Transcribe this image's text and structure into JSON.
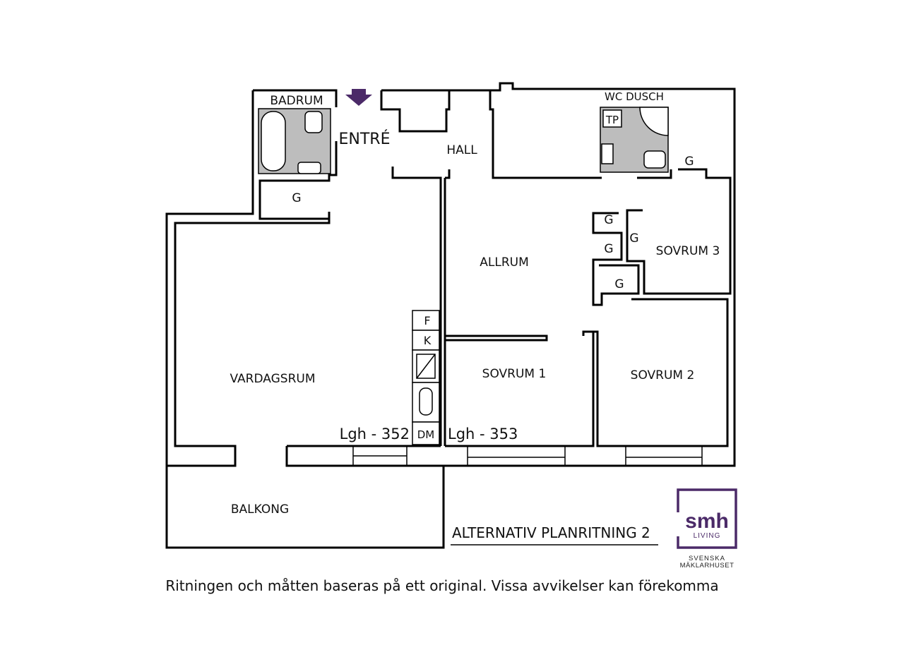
{
  "rooms": {
    "badrum": "BADRUM",
    "entre": "ENTRÉ",
    "hall": "HALL",
    "wc_dusch": "WC DUSCH",
    "tp": "TP",
    "allrum": "ALLRUM",
    "sovrum1": "SOVRUM 1",
    "sovrum2": "SOVRUM 2",
    "sovrum3": "SOVRUM 3",
    "vardagsrum": "VARDAGSRUM",
    "balkong": "BALKONG"
  },
  "closets": {
    "g_badrum": "G",
    "g_wc": "G",
    "g_a": "G",
    "g_b": "G",
    "g_c": "G",
    "g_d": "G"
  },
  "kitchen": {
    "f": "F",
    "k": "K",
    "dm": "DM"
  },
  "units": {
    "left": "Lgh - 352",
    "right": "Lgh - 353"
  },
  "plan_title": "ALTERNATIV PLANRITNING 2",
  "disclaimer": "Ritningen och måtten baseras på ett original. Vissa avvikelser kan förekomma",
  "logo": {
    "brand": "smh",
    "sub": "LIVING",
    "line1": "SVENSKA",
    "line2": "MÄKLARHUSET",
    "color": "#4b2a68"
  },
  "arrow_color": "#4b2a68"
}
